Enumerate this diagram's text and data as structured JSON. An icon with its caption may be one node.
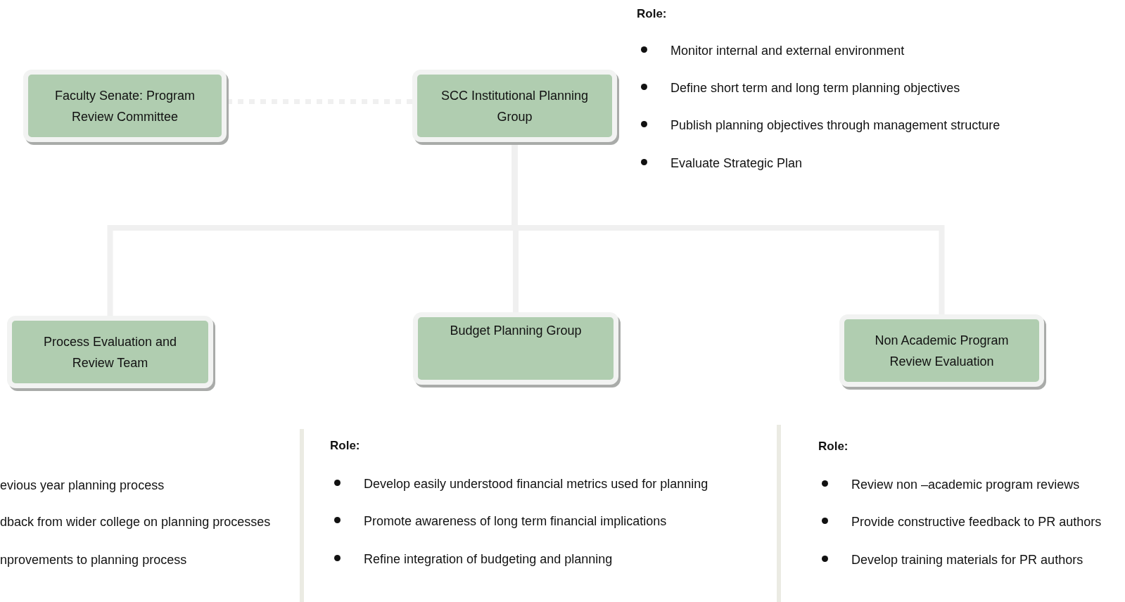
{
  "diagram": {
    "nodes": [
      {
        "text": [
          "Faculty Senate: Program Review Committee"
        ]
      },
      {
        "text": [
          "SCC Institutional Planning Group"
        ]
      },
      {
        "text": [
          "Process Evaluation and Review Team"
        ]
      },
      {
        "text": [
          "Budget Planning Group"
        ]
      },
      {
        "text": [
          "Non Academic Program Review Evaluation"
        ]
      }
    ],
    "edges": [
      {
        "from": 0,
        "to": 1,
        "arrow": "none",
        "style": "dashed"
      },
      {
        "from": 1,
        "to": 2,
        "arrow": "none"
      },
      {
        "from": 1,
        "to": 3,
        "arrow": "none"
      },
      {
        "from": 1,
        "to": 4,
        "arrow": "none"
      }
    ],
    "labels": [
      "Role:",
      "Monitor internal and external environment",
      "Define short term and long term planning objectives",
      "Publish planning objectives through management structure",
      "Evaluate Strategic Plan",
      "evious year planning process",
      "dback from wider college on planning processes",
      "nprovements to planning process",
      "Role:",
      "Develop easily understood financial metrics used for planning",
      "Promote awareness of long term financial implications",
      "Refine integration of budgeting and planning",
      "Role:",
      "Review non –academic program reviews",
      "Provide constructive feedback to PR authors",
      "Develop training materials for PR authors"
    ]
  }
}
